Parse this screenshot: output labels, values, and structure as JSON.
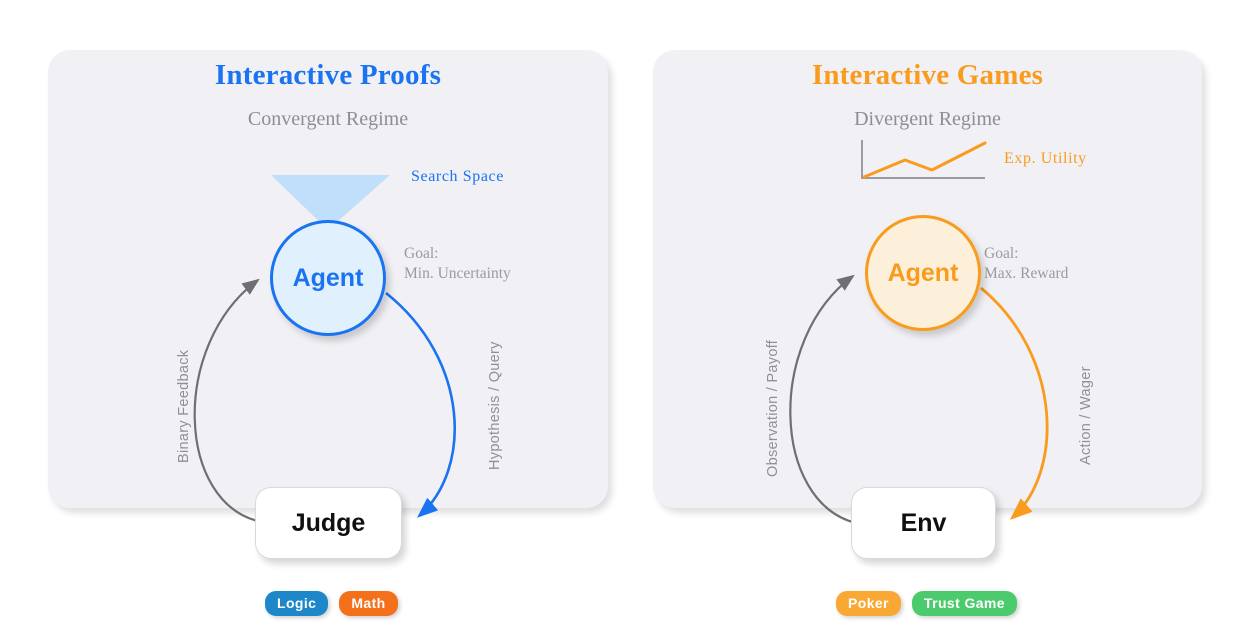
{
  "figure": {
    "background_color": "#ffffff",
    "panel_background": "#f1f1f5"
  },
  "panels": [
    {
      "id": "interactive-proofs",
      "title": "Interactive Proofs",
      "title_color": "#1a73f0",
      "subtitle": "Convergent Regime",
      "subtitle_color": "#8d8d93",
      "accent_color": "#1a73f0",
      "motif": {
        "type": "cone",
        "label": "Search Space",
        "label_color": "#1a73f0",
        "fill_color": "#bfdffa"
      },
      "agent": {
        "label": "Agent",
        "fill": "#e1f0fd",
        "stroke": "#1a73f0",
        "text_color": "#1a73f0"
      },
      "counterpart": {
        "label": "Judge",
        "fill": "#ffffff",
        "text_color": "#101010"
      },
      "goal": {
        "line1": "Goal:",
        "line2": "Min. Uncertainty"
      },
      "edges": [
        {
          "name": "outgoing",
          "label": "Hypothesis / Query",
          "color": "#1a73f0",
          "direction": "agent-to-judge"
        },
        {
          "name": "incoming",
          "label": "Binary Feedback",
          "color": "#6e6e73",
          "direction": "judge-to-agent"
        }
      ],
      "badges": [
        {
          "label": "Logic",
          "color": "#1d87c9"
        },
        {
          "label": "Math",
          "color": "#f4701b"
        }
      ]
    },
    {
      "id": "interactive-games",
      "title": "Interactive Games",
      "title_color": "#f99b1c",
      "subtitle": "Divergent Regime",
      "subtitle_color": "#8d8d93",
      "accent_color": "#f99b1c",
      "motif": {
        "type": "line-chart",
        "label": "Exp. Utility",
        "label_color": "#f99b1c",
        "stroke_color": "#f99b1c",
        "axis_color": "#8d8d93"
      },
      "agent": {
        "label": "Agent",
        "fill": "#fdf0da",
        "stroke": "#f99b1c",
        "text_color": "#f99b1c"
      },
      "counterpart": {
        "label": "Env",
        "fill": "#ffffff",
        "text_color": "#101010"
      },
      "goal": {
        "line1": "Goal:",
        "line2": "Max. Reward"
      },
      "edges": [
        {
          "name": "outgoing",
          "label": "Action / Wager",
          "color": "#f99b1c",
          "direction": "agent-to-env"
        },
        {
          "name": "incoming",
          "label": "Observation / Payoff",
          "color": "#6e6e73",
          "direction": "env-to-agent"
        }
      ],
      "badges": [
        {
          "label": "Poker",
          "color": "#f9a833"
        },
        {
          "label": "Trust Game",
          "color": "#4ccb6c"
        }
      ]
    }
  ],
  "chart_data": {
    "type": "line",
    "title": "Exp. Utility",
    "xlabel": "",
    "ylabel": "",
    "x": [
      0,
      1,
      2,
      3
    ],
    "values": [
      0,
      2.1,
      1.3,
      4.0
    ],
    "ylim": [
      0,
      4.4
    ],
    "xlim": [
      0,
      3
    ],
    "grid": false,
    "legend": "Exp. Utility",
    "legend_position": "right",
    "series_color": "#f99b1c",
    "axis_color": "#8d8d93",
    "annotation": "Divergent Regime"
  }
}
